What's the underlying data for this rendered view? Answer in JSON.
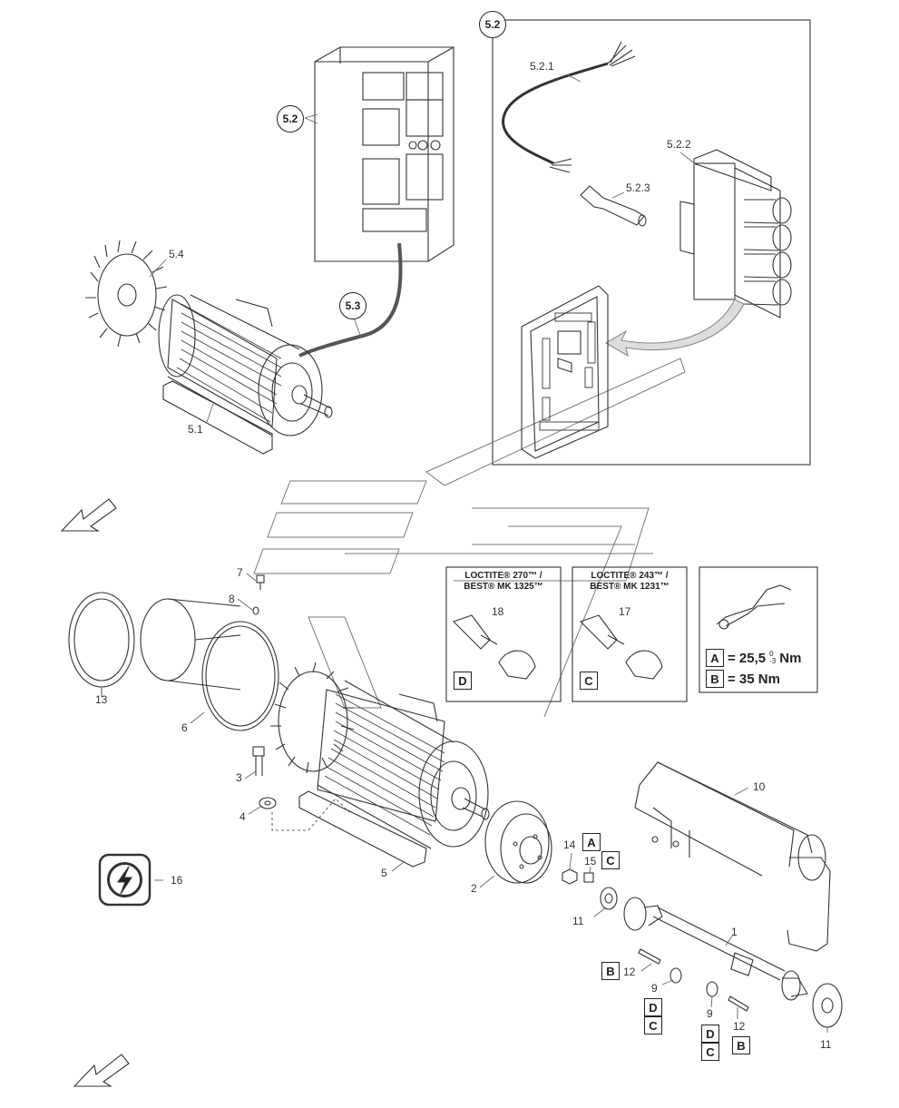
{
  "callouts": {
    "c_5_2_box": "5.2",
    "c_5_2_main": "5.2",
    "c_5_3": "5.3"
  },
  "labels": {
    "l_5_2_1": "5.2.1",
    "l_5_2_2": "5.2.2",
    "l_5_2_3": "5.2.3",
    "l_5_4": "5.4",
    "l_5_1": "5.1",
    "l_7": "7",
    "l_8": "8",
    "l_13": "13",
    "l_6": "6",
    "l_3": "3",
    "l_4": "4",
    "l_5": "5",
    "l_16": "16",
    "l_2": "2",
    "l_14": "14",
    "l_15": "15",
    "l_11a": "11",
    "l_10": "10",
    "l_1": "1",
    "l_12a": "12",
    "l_9a": "9",
    "l_9b": "9",
    "l_12b": "12",
    "l_11b": "11",
    "l_18": "18",
    "l_17": "17"
  },
  "letters": {
    "A": "A",
    "B": "B",
    "C": "C",
    "D": "D"
  },
  "loctite_d": {
    "line1": "LOCTITE® 270™ /",
    "line2": "BEST® MK 1325™",
    "letter": "D"
  },
  "loctite_c": {
    "line1": "LOCTITE® 243™ /",
    "line2": "BEST® MK 1231™",
    "letter": "C"
  },
  "torque": {
    "a_letter": "A",
    "a_value": "= 25,5",
    "a_tol_upper": "0",
    "a_tol_lower": "-3",
    "a_unit": "Nm",
    "b_letter": "B",
    "b_value": "= 35 Nm"
  }
}
